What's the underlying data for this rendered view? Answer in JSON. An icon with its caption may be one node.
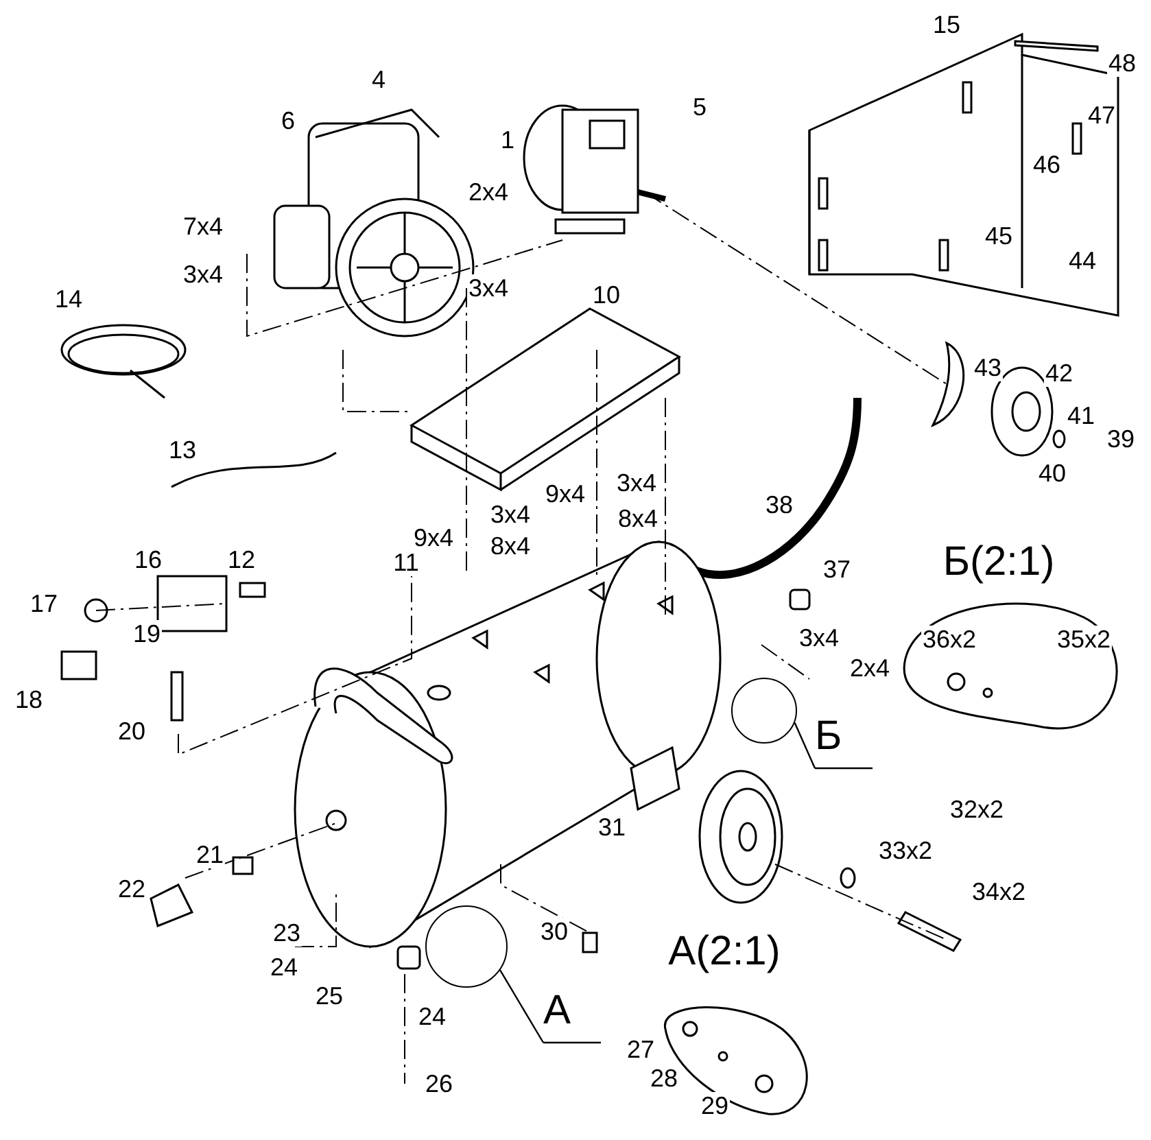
{
  "diagram": {
    "nodes": [
      {
        "text": [
          "А"
        ]
      },
      {
        "text": [],
        "shape": "circle"
      },
      {
        "text": [
          "Б"
        ]
      },
      {
        "text": [],
        "shape": "circle"
      }
    ],
    "edges": [
      {
        "from": 0,
        "to": 1,
        "arrow": "none"
      },
      {
        "from": 2,
        "to": 3,
        "arrow": "none"
      }
    ],
    "labels": [
      "15",
      "48",
      "4",
      "5",
      "6",
      "1",
      "47",
      "2x4",
      "46",
      "7x4",
      "45",
      "44",
      "3x4",
      "3x4",
      "14",
      "10",
      "43",
      "42",
      "41",
      "39",
      "40",
      "13",
      "3x4",
      "9x4",
      "3x4",
      "8x4",
      "9x4",
      "8x4",
      "38",
      "16",
      "12",
      "Б(2:1)",
      "17",
      "11",
      "37",
      "19",
      "3x4",
      "36x2",
      "35x2",
      "2x4",
      "18",
      "20",
      "32x2",
      "31",
      "21",
      "33x2",
      "22",
      "34x2",
      "23",
      "30",
      "А(2:1)",
      "24",
      "25",
      "24",
      "27",
      "28",
      "29",
      "26"
    ]
  }
}
